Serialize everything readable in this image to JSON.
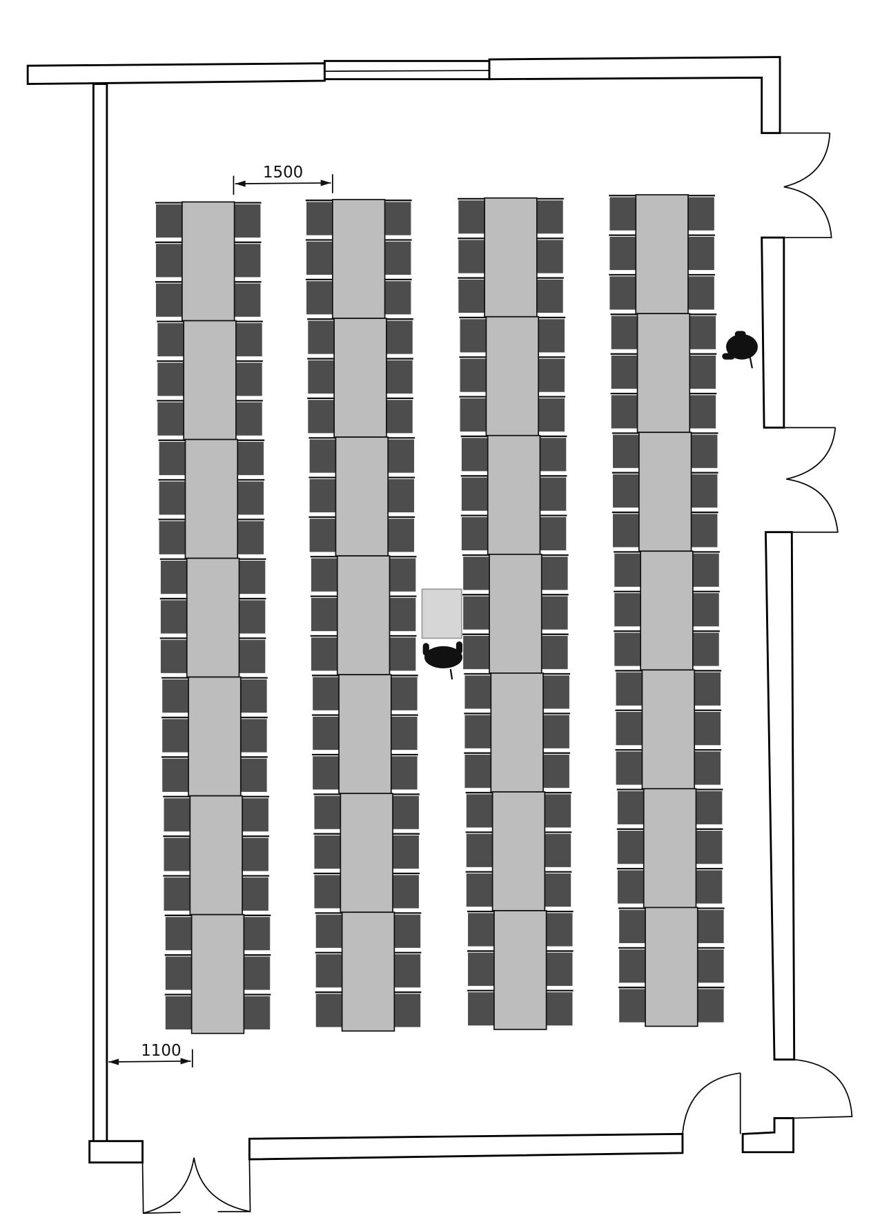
{
  "dimensions": {
    "aisle_width_label": "1500",
    "wall_clearance_label": "1100"
  },
  "layout": {
    "table_columns": 4,
    "tables_per_column": 7,
    "chairs_per_table_side": 3
  },
  "colors": {
    "table": "#bdbdbd",
    "chair": "#4d4d4d",
    "line": "#000000"
  }
}
